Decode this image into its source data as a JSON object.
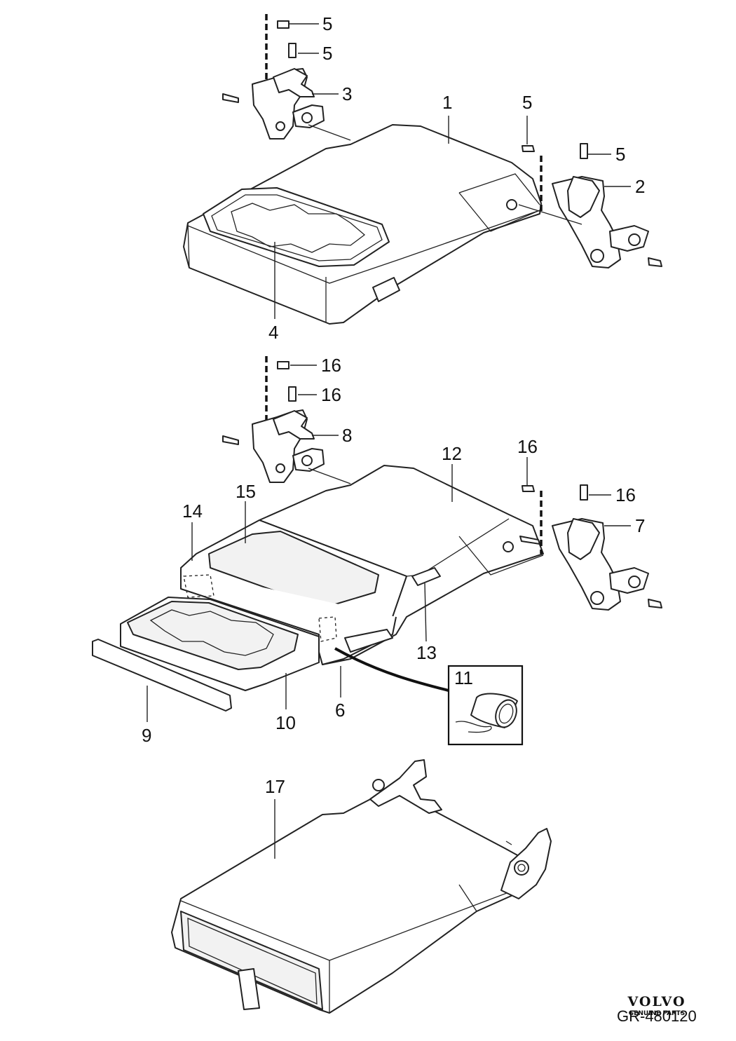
{
  "callouts": {
    "c1": "1",
    "c2": "2",
    "c3": "3",
    "c4": "4",
    "c5a": "5",
    "c5b": "5",
    "c5c": "5",
    "c5d": "5",
    "c6": "6",
    "c7": "7",
    "c8": "8",
    "c9": "9",
    "c10": "10",
    "c11": "11",
    "c12": "12",
    "c13": "13",
    "c14": "14",
    "c15": "15",
    "c16a": "16",
    "c16b": "16",
    "c16c": "16",
    "c16d": "16",
    "c17": "17"
  },
  "brand": {
    "name": "VOLVO",
    "subtitle": "GENUINE PARTS"
  },
  "drawing_number": "GR-480120"
}
